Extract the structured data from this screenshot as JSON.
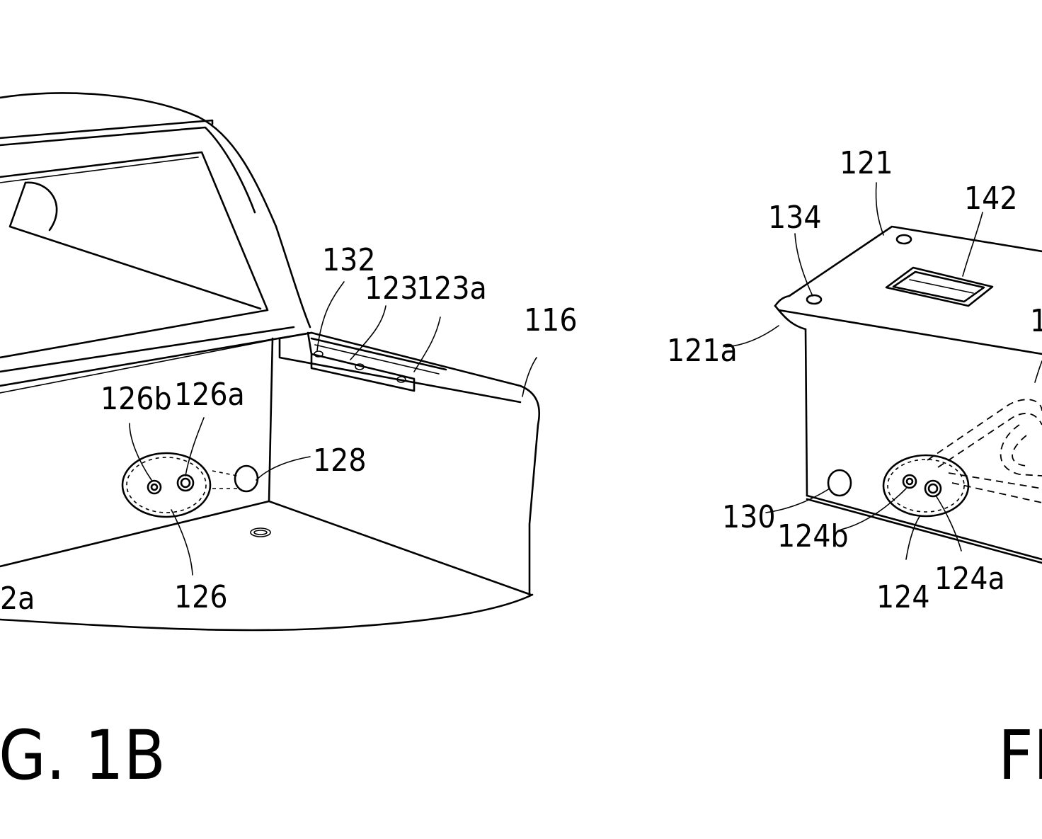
{
  "figures": {
    "left_caption": "G. 1B",
    "right_caption": "FI"
  },
  "labels": {
    "l132": "132",
    "l123": "123",
    "l123a": "123a",
    "l116": "116",
    "l126b": "126b",
    "l126a": "126a",
    "l128": "128",
    "l126": "126",
    "l2a": "2a",
    "l121": "121",
    "l142": "142",
    "l134": "134",
    "l121a": "121a",
    "l1": "1",
    "l130": "130",
    "l124b": "124b",
    "l124": "124",
    "l124a": "124a"
  }
}
